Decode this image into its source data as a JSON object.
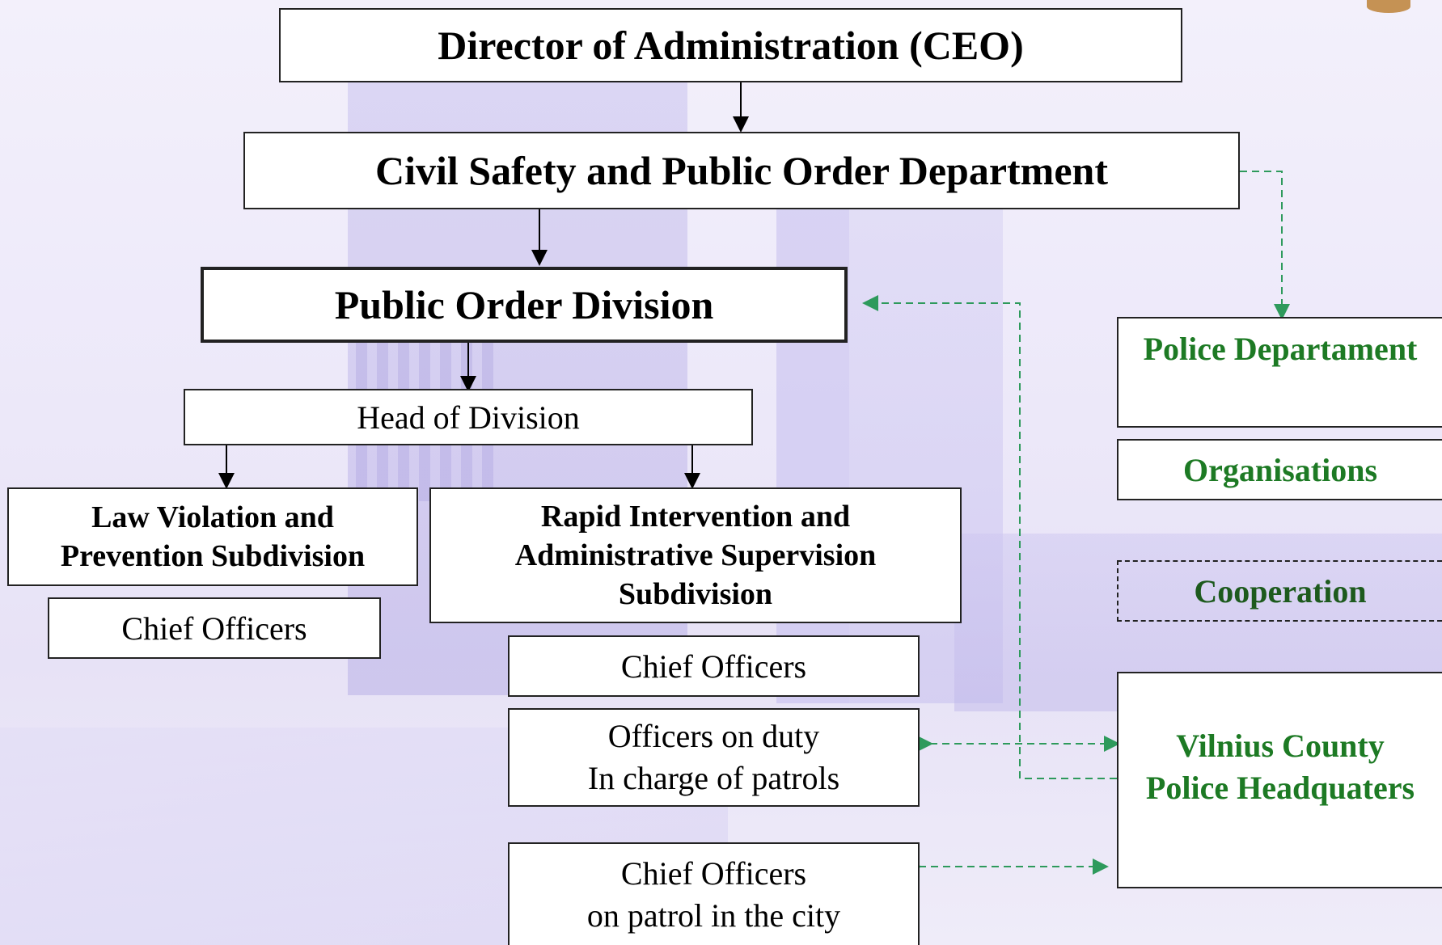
{
  "diagram": {
    "ceo": "Director of Administration (CEO)",
    "department": "Civil Safety and Public Order Department",
    "division": "Public Order Division",
    "head": "Head of Division",
    "law_subdivision": [
      "Law Violation and",
      "Prevention Subdivision"
    ],
    "law_chief": "Chief Officers",
    "rapid_subdivision": [
      "Rapid Intervention and",
      "Administrative Supervision",
      "Subdivision"
    ],
    "rapid_chief": "Chief Officers",
    "officers_duty": [
      "Officers on duty",
      "In charge of patrols"
    ],
    "chief_patrol": [
      "Chief Officers",
      "on patrol in the city"
    ],
    "police_dept": "Police Departament",
    "organisations": "Organisations",
    "cooperation": "Cooperation",
    "vilnius": [
      "Vilnius County",
      "Police Headquaters"
    ]
  },
  "colors": {
    "partner_text": "#1d7a24",
    "dashed_link": "#2e9a5c",
    "solid_link": "#000000"
  }
}
